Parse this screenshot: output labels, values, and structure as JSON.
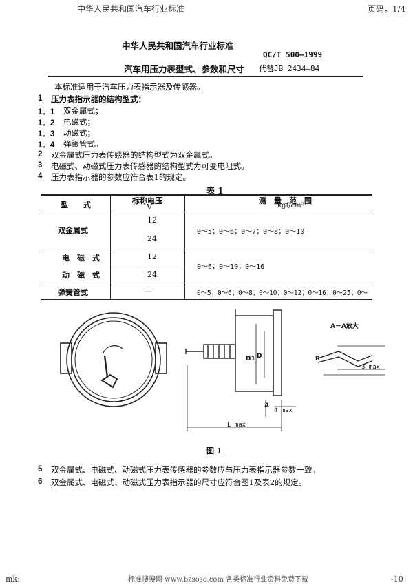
{
  "header": {
    "left": "中华人民共和国汽车行业标准",
    "right": "页码，1/4"
  },
  "standard": {
    "org": "中华人民共和国汽车行业标准",
    "code": "QC/T 500—1999",
    "title": "汽车用压力表型式、参数和尺寸",
    "replaces": "代替JB 2434—84"
  },
  "paragraphs": {
    "intro": "本标准适用于汽车压力表指示器及传感器。",
    "s1_num": "1",
    "s1_text": "压力表指示器的结构型式：",
    "s11_num": "1．1",
    "s11_text": "双金属式；",
    "s12_num": "1．2",
    "s12_text": "电磁式；",
    "s13_num": "1．3",
    "s13_text": "动磁式；",
    "s14_num": "1．4",
    "s14_text": "弹簧管式。",
    "s2_num": "2",
    "s2_text": "双金属式压力表传感器的结构型式为双金属式。",
    "s3_num": "3",
    "s3_text": "电磁式、动磁式压力表传感器的结构型式为可变电阻式。",
    "s4_num": "4",
    "s4_text": "压力表指示器的参数应符合表1的规定。"
  },
  "table1": {
    "caption": "表 1",
    "col_type": "型　　式",
    "col_voltage": "标称电压",
    "col_voltage_unit": "V",
    "col_range": "测　量　范　围",
    "col_range_unit": "kgf/cm²",
    "row_bimetal": "双金属式",
    "row_bimetal_v1": "12",
    "row_bimetal_v2": "24",
    "row_bimetal_range": "0～5；0～6；0～7；0～8；0～10",
    "row_em": "电　磁　式",
    "row_mm": "动　磁　式",
    "row_em_v": "12",
    "row_mm_v": "24",
    "row_em_range": "0～6；0～10；0～16",
    "row_spring": "弹簧管式",
    "row_spring_v": "—",
    "row_spring_range": "0～5；0～6；0～8；0～10；0～12；0～16；0～25；0～"
  },
  "figure": {
    "detail_label": "A－A放大",
    "label_R": "R",
    "label_3max": "3 max",
    "label_4max": "4 max",
    "label_D1": "D1",
    "label_D": "D",
    "label_A": "A",
    "label_Lmax": "L max",
    "caption": "图 1"
  },
  "paragraphs2": {
    "s5_num": "5",
    "s5_text": "双金属式、电磁式、动磁式压力表传感器的参数应与压力表指示器参数一致。",
    "s6_num": "6",
    "s6_text": "双金属式、电磁式、动磁式压力表指示器的尺寸应符合图1及表2的规定。"
  },
  "footer": {
    "left": "mk:",
    "center": "标准搜搜网 www.bzsoso.com 各类标准行业资料免费下载",
    "right": "-10"
  }
}
